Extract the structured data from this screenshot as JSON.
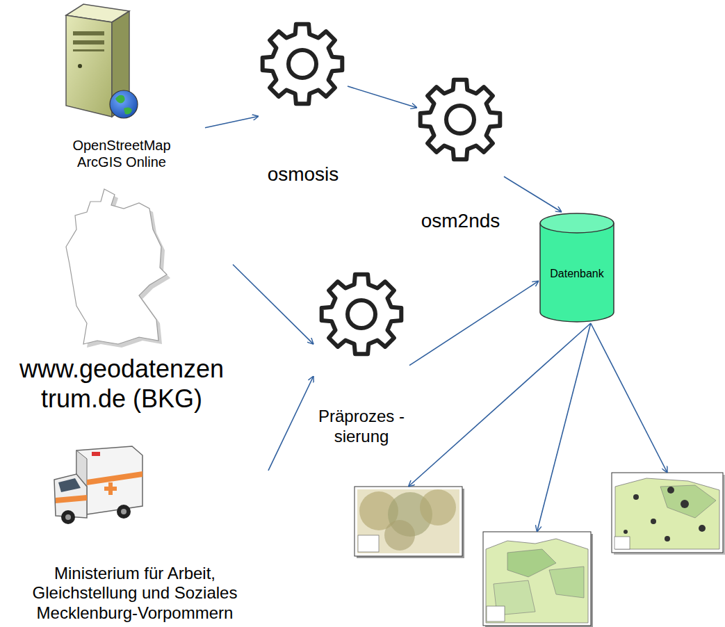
{
  "diagram": {
    "nodes": [
      {
        "text": [
          "OpenStreetMap ArcGIS Online"
        ]
      },
      {
        "text": [
          "osmosis"
        ]
      },
      {
        "text": [
          "osm2nds"
        ]
      },
      {
        "text": [
          "www.geodatenzen trum.de (BKG)"
        ]
      },
      {
        "text": [
          "Datenbank"
        ]
      },
      {
        "text": [
          "Präprozes -sierung"
        ]
      },
      {
        "text": [
          "Ministerium für Arbeit, Gleichstellung und Soziales Mecklenburg-Vorpommern"
        ]
      },
      {
        "text": []
      },
      {
        "text": []
      },
      {
        "text": []
      }
    ],
    "edges": [
      {
        "from": 0,
        "to": 1,
        "arrow": "to"
      },
      {
        "from": 1,
        "to": 2,
        "arrow": "to"
      },
      {
        "from": 2,
        "to": 4,
        "arrow": "to"
      },
      {
        "from": 3,
        "to": 5,
        "arrow": "to"
      },
      {
        "from": 6,
        "to": 5,
        "arrow": "to"
      },
      {
        "from": 5,
        "to": 4,
        "arrow": "to"
      },
      {
        "from": 4,
        "to": 7,
        "arrow": "to"
      },
      {
        "from": 4,
        "to": 8,
        "arrow": "to"
      },
      {
        "from": 4,
        "to": 9,
        "arrow": "to"
      }
    ]
  }
}
